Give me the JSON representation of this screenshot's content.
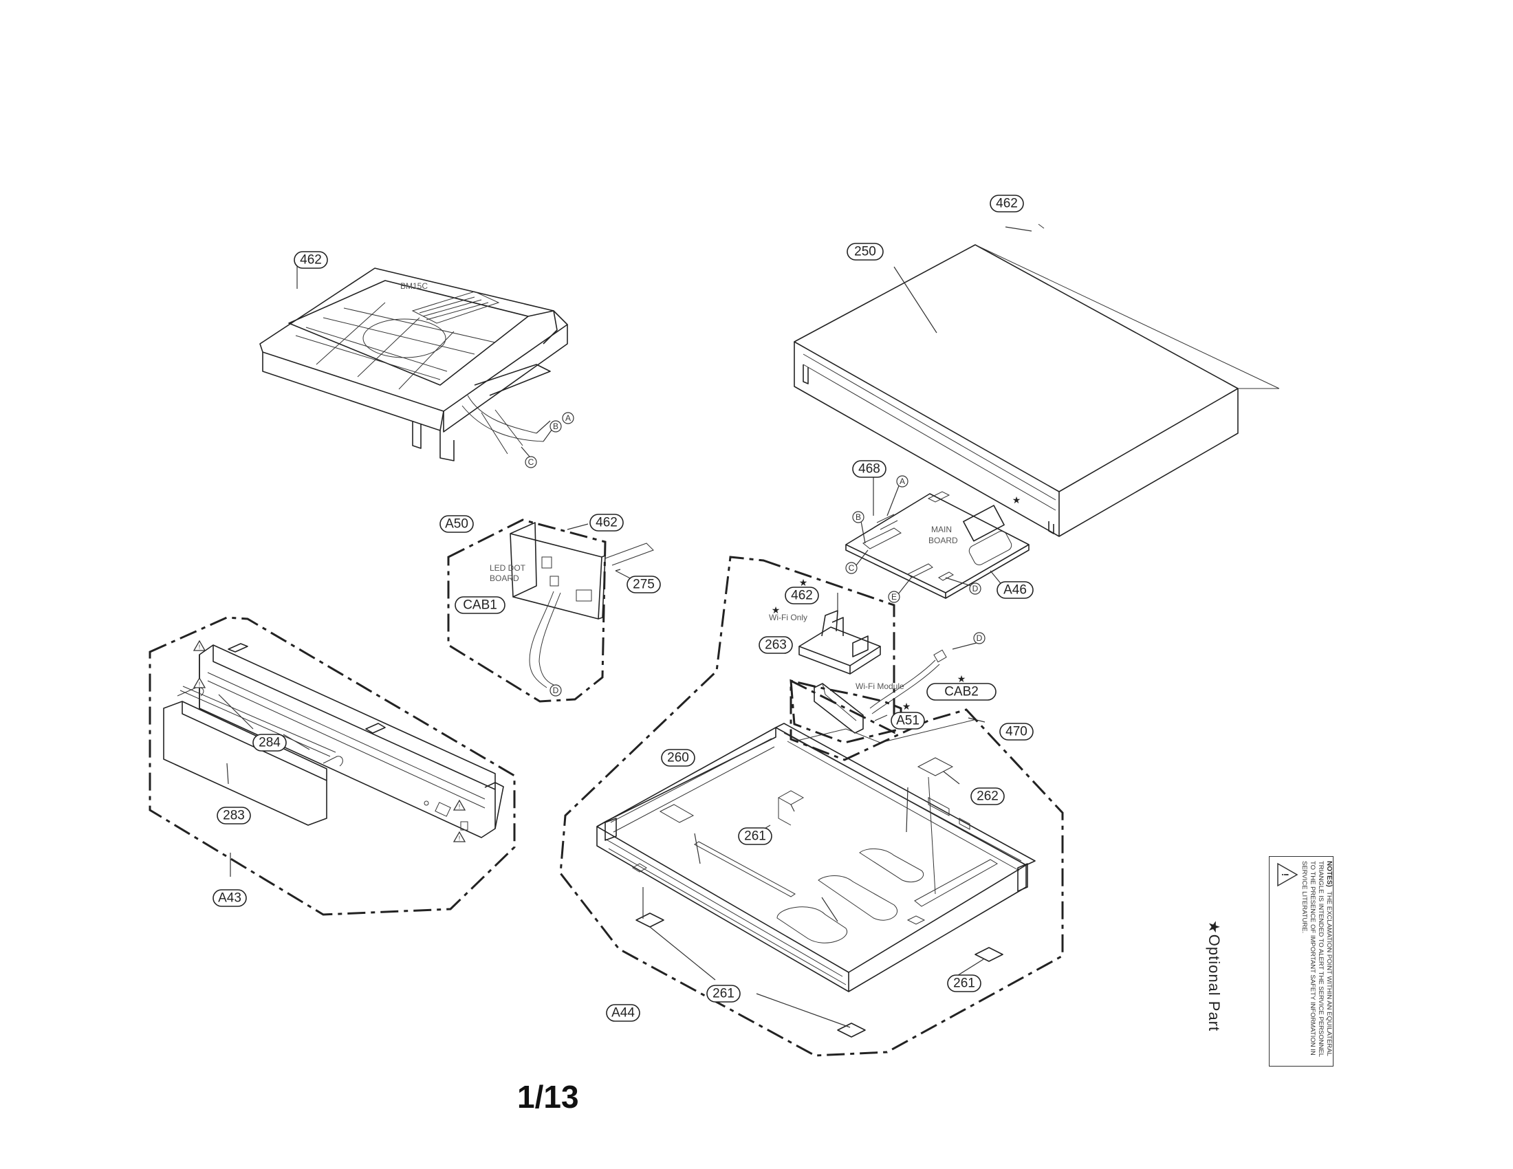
{
  "callouts": {
    "c462_drive": "462",
    "c462_cover": "462",
    "c250": "250",
    "c468": "468",
    "c462_led": "462",
    "c275": "275",
    "c462_wifi": "462",
    "c263": "263",
    "cA46": "A46",
    "cA50": "A50",
    "cCAB1": "CAB1",
    "cCAB2": "CAB2",
    "cA51": "A51",
    "c470": "470",
    "c284": "284",
    "c283": "283",
    "cA43": "A43",
    "c260": "260",
    "c262": "262",
    "c261_center": "261",
    "c261_bottom": "261",
    "c261_right": "261",
    "cA44": "A44"
  },
  "connector_letters": {
    "drive_A": "A",
    "drive_B": "B",
    "drive_C": "C",
    "main_A": "A",
    "main_B": "B",
    "main_C": "C",
    "main_E": "E",
    "main_D": "D",
    "led_D": "D",
    "cab2_D": "D"
  },
  "labels": {
    "drive_model": "BM15C",
    "led_board_1": "LED DOT",
    "led_board_2": "BOARD",
    "main_board_1": "MAIN",
    "main_board_2": "BOARD",
    "wifi_only": "Wi-Fi Only",
    "wifi_module": "Wi-Fi Module"
  },
  "warning_symbol": "!",
  "page_number": "1/13",
  "legend": {
    "star": "★",
    "text": "Optional Part"
  },
  "notes": {
    "heading": "NOTES)",
    "body": "THE EXCLAMATION POINT WITHIN AN EQUILATERAL TRIANGLE IS INTENDED TO ALERT THE SERVICE PERSONNEL TO THE PRESENCE OF IMPORTANT SAFETY INFORMATION IN SERVICE LITERATURE."
  }
}
